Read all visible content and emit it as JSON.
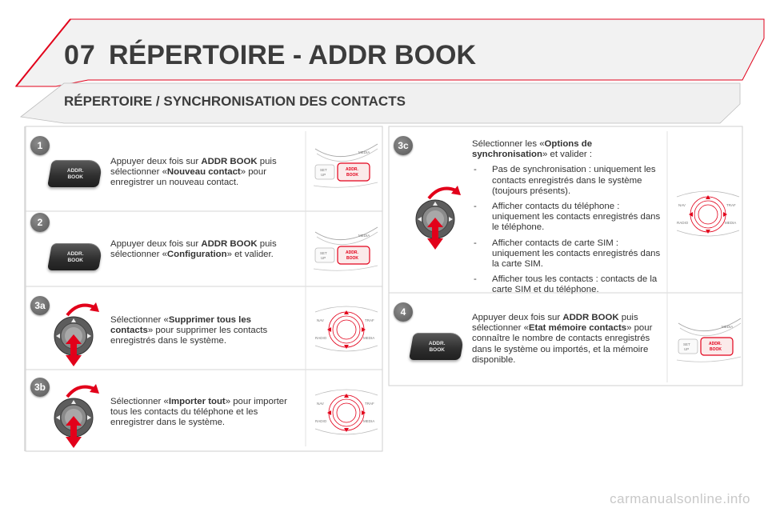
{
  "header": {
    "chapter_number": "07",
    "chapter_title": "RÉPERTOIRE - ADDR BOOK",
    "accent_color": "#e2001a"
  },
  "section": {
    "title": "RÉPERTOIRE / SYNCHRONISATION DES CONTACTS"
  },
  "steps": {
    "s1": {
      "badge": "1",
      "t1": "Appuyer deux fois sur ",
      "t2": "ADDR BOOK",
      "t3": " puis sélectionner «",
      "t4": "Nouveau contact",
      "t5": "» pour enregistrer un nouveau contact."
    },
    "s2": {
      "badge": "2",
      "t1": "Appuyer deux fois sur ",
      "t2": "ADDR BOOK",
      "t3": " puis sélectionner «",
      "t4": "Configuration",
      "t5": "» et valider."
    },
    "s3a": {
      "badge": "3a",
      "t1": "Sélectionner «",
      "t2": "Supprimer tous les contacts",
      "t3": "» pour supprimer les contacts enregistrés dans le système."
    },
    "s3b": {
      "badge": "3b",
      "t1": "Sélectionner «",
      "t2": "Importer tout",
      "t3": "» pour importer tous les contacts du téléphone et les enregistrer dans le système."
    },
    "s3c": {
      "badge": "3c",
      "t1": "Sélectionner les «",
      "t2": "Options de synchronisation",
      "t3": "» et valider :",
      "options": [
        "Pas de synchronisation : uniquement les contacts enregistrés dans le système (toujours présents).",
        "Afficher contacts du téléphone : uniquement les contacts enregistrés dans le téléphone.",
        "Afficher contacts de carte SIM : uniquement les contacts enregistrés dans la carte SIM.",
        "Afficher tous les contacts : contacts de la carte SIM et du téléphone."
      ]
    },
    "s4": {
      "badge": "4",
      "t1": "Appuyer deux fois sur ",
      "t2": "ADDR BOOK",
      "t3": " puis sélectionner «",
      "t4": "Etat mémoire contacts",
      "t5": "» pour connaître le nombre de contacts enregistrés dans le système ou importés, et la mémoire disponible."
    }
  },
  "buttons": {
    "addr_book": "ADDR.\nBOOK",
    "panel_media": "MEDIA",
    "panel_setup": "SET\nUP",
    "panel_addr": "ADDR.\nBOOK",
    "knob_nav": "NAV",
    "knob_traf": "TRAF",
    "knob_radio": "RADIO",
    "knob_media": "MEDIA"
  },
  "footer": {
    "watermark": "carmanualsonline.info"
  }
}
